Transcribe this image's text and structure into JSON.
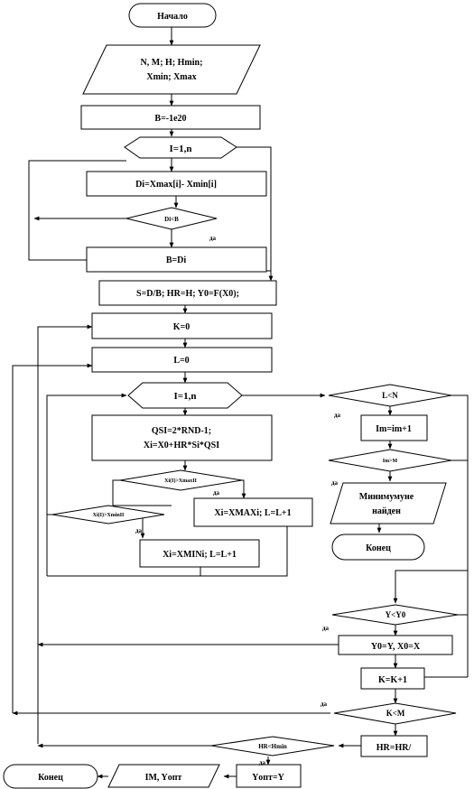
{
  "nodes": {
    "start": "Начало",
    "input_line1": "N, M; H; Hmin;",
    "input_line2": "Xmin; Xmax",
    "init_b": "B=-1e20",
    "loop_i": "I=1,n",
    "diff": "Di=Xmax[i]-   Xmin[i]",
    "cond_di_b": "Di<B",
    "assign_b": "B=Di",
    "init_s": "S=D/B;  HR=H;  Y0=F(X0);",
    "k_zero": "K=0",
    "l_zero": "L=0",
    "loop_i2": "I=1,n",
    "qsi_line1": "QSI=2*RND-1;",
    "qsi_line2": "Xi=X0+HR*Si*QSI",
    "cond_xmax": "Xi(I)>XmaxII",
    "cond_xmin": "Xi(I)>XminII",
    "assign_xmax": "Xi=XMAXi;  L=L+1",
    "assign_xmin": "Xi=XMINi;  L=L+1",
    "cond_l_n": "L<N",
    "im_inc": "Im=im+1",
    "cond_im_m": "Im>M",
    "found_line1": "Минимумуне",
    "found_line2": "найден",
    "end_right": "Конец",
    "cond_y_y0": "Y<Y0",
    "assign_y0": "Y0=Y,  X0=X",
    "k_inc": "K=K+1",
    "cond_k_m": "K<M",
    "hr_div": "HR=HR/",
    "cond_hr_hmin": "HR<Hmin",
    "yopt": "Yопт=Y",
    "output": "IM, Yопт",
    "end_left": "Конец"
  },
  "labels": {
    "yes": "да"
  }
}
